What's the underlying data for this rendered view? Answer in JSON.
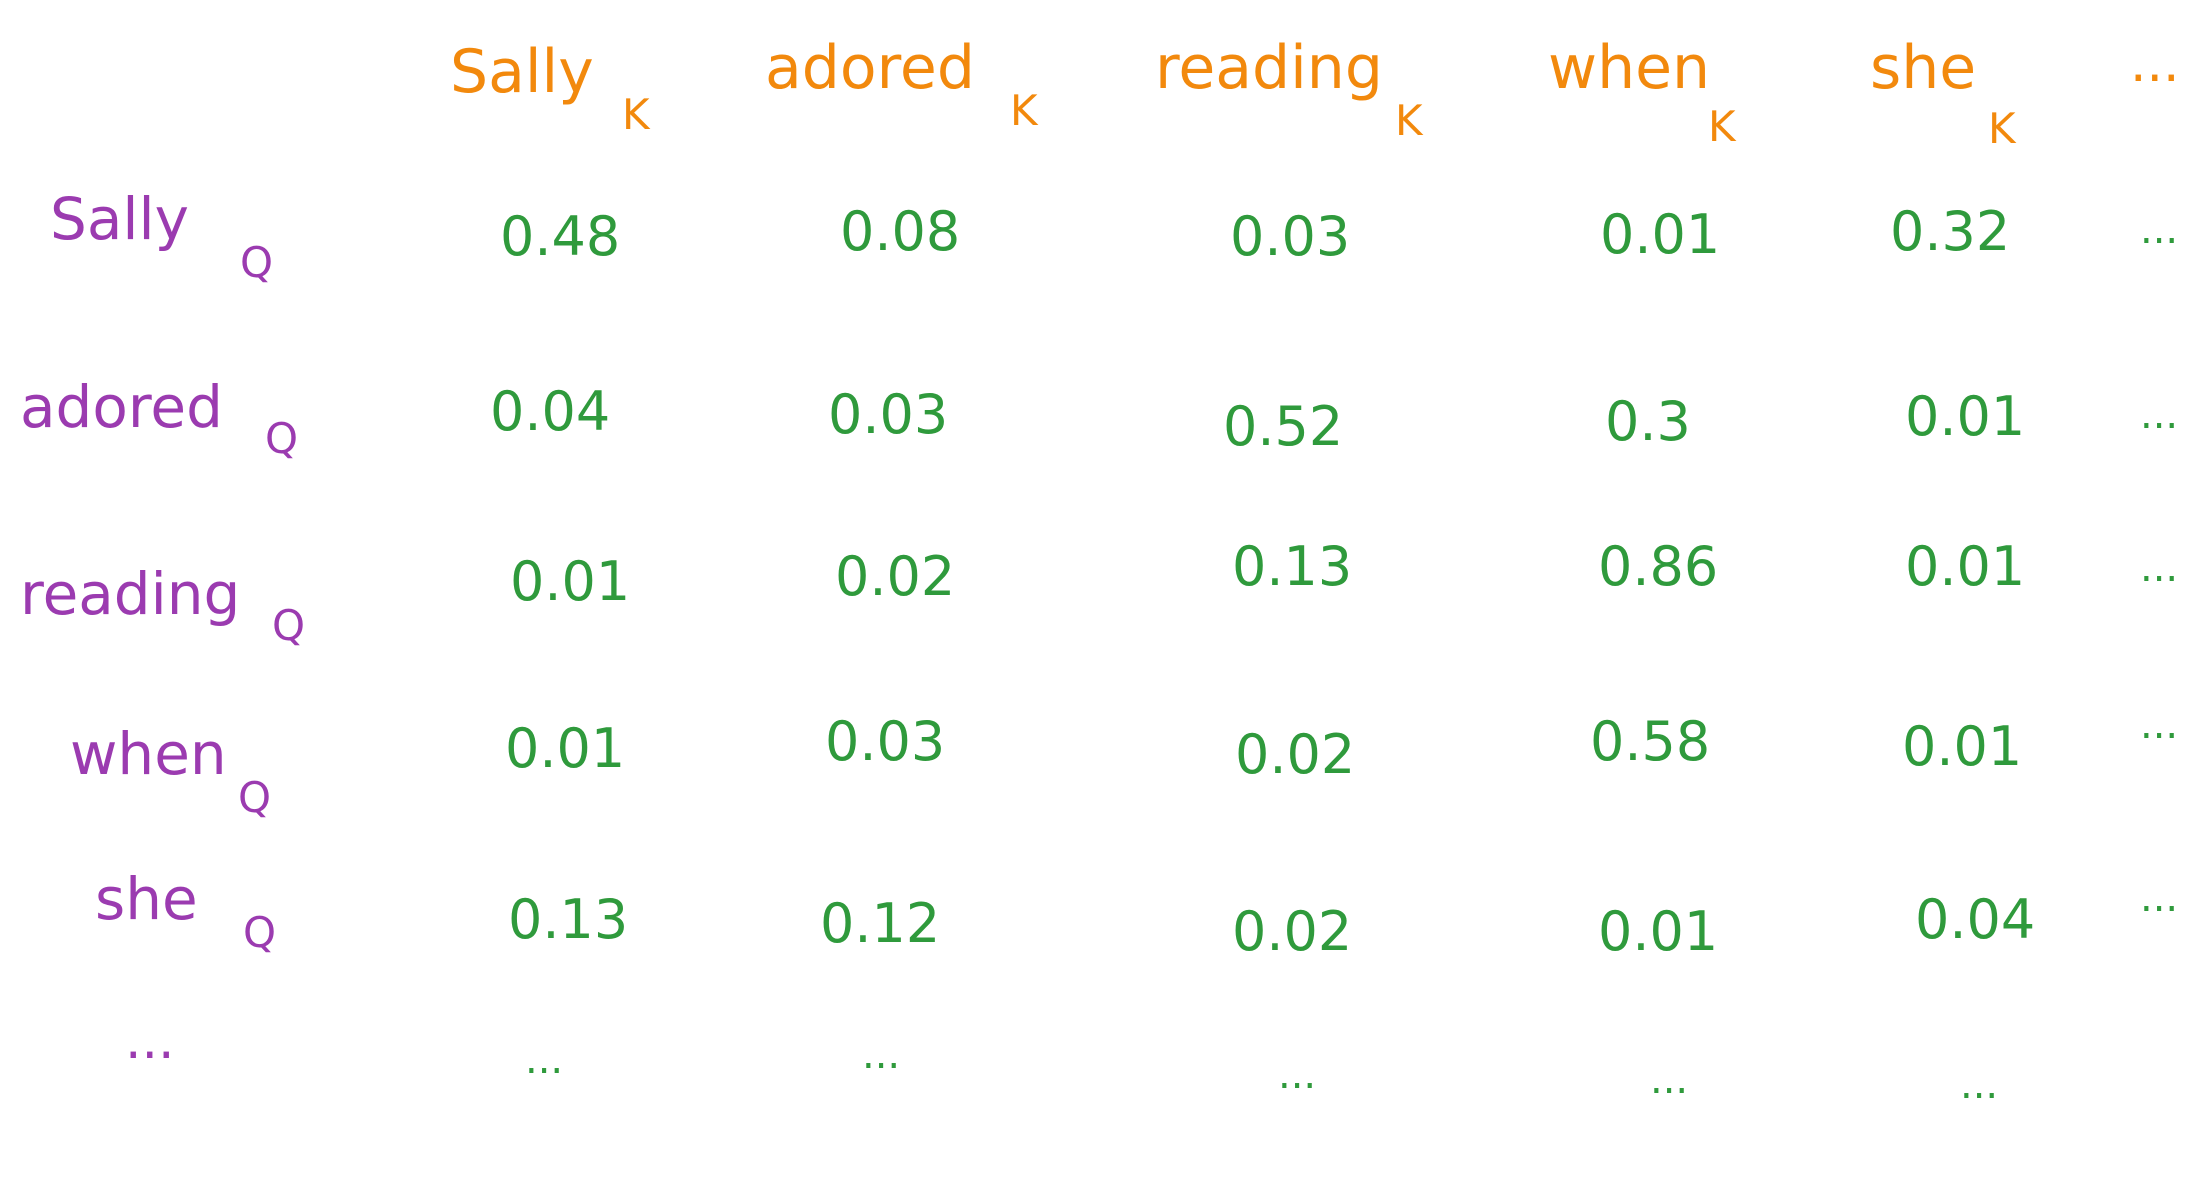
{
  "colors": {
    "key": "#f2890d",
    "query": "#9b3bb0",
    "value": "#2f9a3c",
    "background": "#ffffff"
  },
  "keys": [
    {
      "word": "Sally",
      "sub": "K"
    },
    {
      "word": "adored",
      "sub": "K"
    },
    {
      "word": "reading",
      "sub": "K"
    },
    {
      "word": "when",
      "sub": "K"
    },
    {
      "word": "she",
      "sub": "K"
    }
  ],
  "key_ellipsis": "...",
  "queries": [
    {
      "word": "Sally",
      "sub": "Q"
    },
    {
      "word": "adored",
      "sub": "Q"
    },
    {
      "word": "reading",
      "sub": "Q"
    },
    {
      "word": "when",
      "sub": "Q"
    },
    {
      "word": "she",
      "sub": "Q"
    }
  ],
  "query_ellipsis": "...",
  "rows": [
    [
      "0.48",
      "0.08",
      "0.03",
      "0.01",
      "0.32",
      "..."
    ],
    [
      "0.04",
      "0.03",
      "0.52",
      "0.3",
      "0.01",
      "..."
    ],
    [
      "0.01",
      "0.02",
      "0.13",
      "0.86",
      "0.01",
      "..."
    ],
    [
      "0.01",
      "0.03",
      "0.02",
      "0.58",
      "0.01",
      "..."
    ],
    [
      "0.13",
      "0.12",
      "0.02",
      "0.01",
      "0.04",
      "..."
    ],
    [
      "...",
      "...",
      "...",
      "...",
      "...",
      ""
    ]
  ]
}
